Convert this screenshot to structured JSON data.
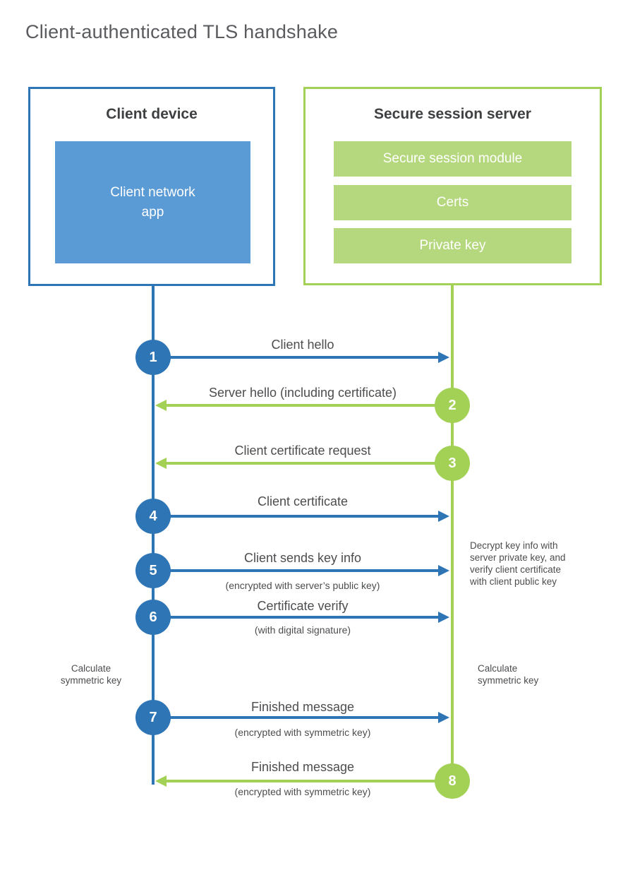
{
  "title": "Client-authenticated TLS handshake",
  "colors": {
    "blue": "#2e75b6",
    "blue_fill": "#5b9bd5",
    "green": "#a2d155",
    "green_fill": "#b5d87e",
    "heading_text": "#3e4042",
    "body_text": "#4c4d4f"
  },
  "client": {
    "title": "Client device",
    "app_label": "Client network\napp"
  },
  "server": {
    "title": "Secure session server",
    "modules": [
      "Secure session module",
      "Certs",
      "Private key"
    ]
  },
  "flows": [
    {
      "num": "1",
      "from": "client",
      "to": "server",
      "color": "blue",
      "label": "Client hello",
      "subtitle": ""
    },
    {
      "num": "2",
      "from": "server",
      "to": "client",
      "color": "green",
      "label": "Server hello (including certificate)",
      "subtitle": ""
    },
    {
      "num": "3",
      "from": "server",
      "to": "client",
      "color": "green",
      "label": "Client certificate request",
      "subtitle": ""
    },
    {
      "num": "4",
      "from": "client",
      "to": "server",
      "color": "blue",
      "label": "Client certificate",
      "subtitle": ""
    },
    {
      "num": "5",
      "from": "client",
      "to": "server",
      "color": "blue",
      "label": "Client sends key info",
      "subtitle": "(encrypted with server’s public key)"
    },
    {
      "num": "6",
      "from": "client",
      "to": "server",
      "color": "blue",
      "label": "Certificate verify",
      "subtitle": "(with digital signature)"
    },
    {
      "num": "7",
      "from": "client",
      "to": "server",
      "color": "blue",
      "label": "Finished message",
      "subtitle": "(encrypted with symmetric key)"
    },
    {
      "num": "8",
      "from": "server",
      "to": "client",
      "color": "green",
      "label": "Finished message",
      "subtitle": "(encrypted with symmetric key)"
    }
  ],
  "annotations": {
    "decrypt_note": "Decrypt key info with\nserver private key, and\nverify client certificate\nwith client public key",
    "calc_left": "Calculate\nsymmetric key",
    "calc_right": "Calculate\nsymmetric key"
  }
}
